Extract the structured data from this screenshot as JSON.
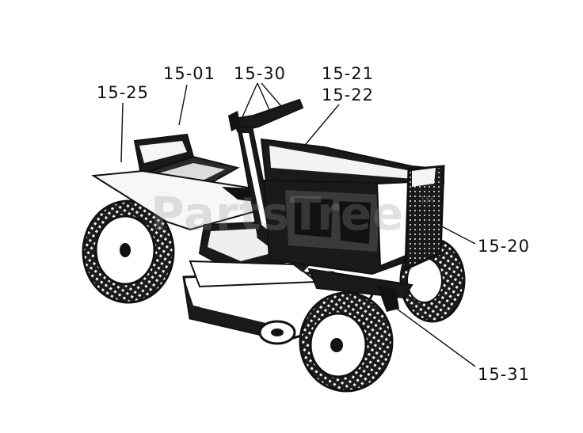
{
  "callouts": {
    "c1501": "15-01",
    "c1525": "15-25",
    "c1530": "15-30",
    "c1521": "15-21",
    "c1522": "15-22",
    "c1520": "15-20",
    "c1531": "15-31"
  },
  "watermark": {
    "text": "PartsTree",
    "tm": "TM"
  },
  "colors": {
    "ink": "#111111",
    "paper": "#ffffff"
  }
}
